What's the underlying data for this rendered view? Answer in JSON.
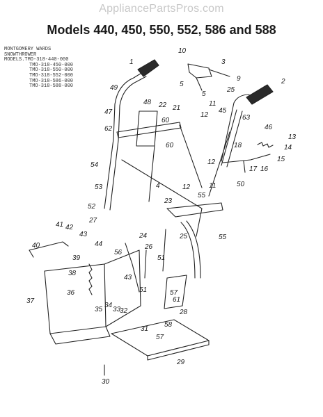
{
  "watermark": "AppliancePartsPros.com",
  "title": "Models 440, 450, 550, 552, 586 and 588",
  "models_block": {
    "brand": "MONTGOMERY WARDS",
    "product": "SNOWTHROWER",
    "first_model": "MODELS.TMO-318-440-000",
    "more_models": [
      "TMO-318-450-000",
      "TMO-318-550-000",
      "TMO-318-552-000",
      "TMO-318-586-000",
      "TMO-318-588-000"
    ]
  },
  "callouts": [
    "1",
    "2",
    "3",
    "4",
    "5",
    "5",
    "9",
    "10",
    "11",
    "11",
    "12",
    "12",
    "12",
    "13",
    "14",
    "15",
    "16",
    "17",
    "18",
    "21",
    "22",
    "23",
    "24",
    "25",
    "25",
    "26",
    "27",
    "28",
    "29",
    "30",
    "31",
    "32",
    "33",
    "34",
    "35",
    "36",
    "37",
    "38",
    "39",
    "40",
    "41",
    "42",
    "43",
    "43",
    "44",
    "45",
    "46",
    "47",
    "48",
    "49",
    "50",
    "51",
    "51",
    "52",
    "53",
    "54",
    "55",
    "55",
    "56",
    "57",
    "57",
    "58",
    "60",
    "60",
    "61",
    "62",
    "63"
  ]
}
